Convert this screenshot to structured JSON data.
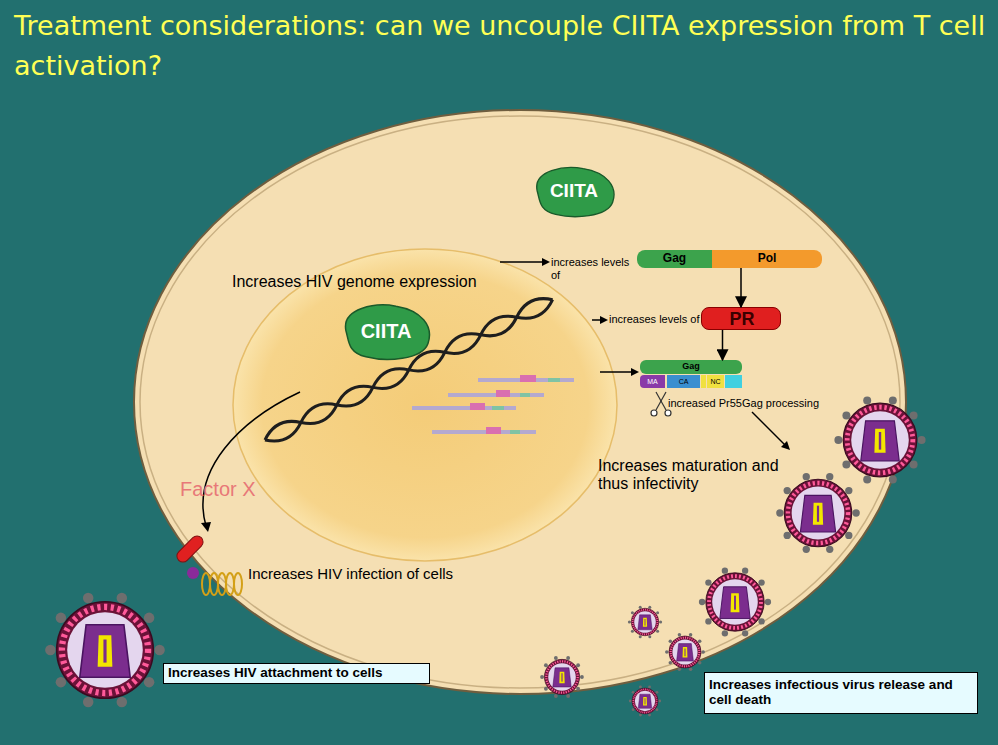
{
  "diagram": {
    "title": "Treatment considerations: can we uncouple CIITA expression from T cell activation?",
    "nodes": [
      {
        "text": [
          "CIITA"
        ]
      },
      {
        "text": [
          "CIITA"
        ]
      },
      {
        "text": [
          "Gag",
          "Pol"
        ]
      },
      {
        "text": [
          "PR"
        ]
      },
      {
        "text": [
          "Gag",
          "MA",
          "CA",
          "NC"
        ]
      },
      {
        "text": [
          "Increases HIV attachment to cells"
        ]
      },
      {
        "text": [
          "Increases infectious virus release and cell death"
        ]
      }
    ],
    "edges": [
      {
        "from": 2,
        "to": 3,
        "arrow": "to"
      },
      {
        "from": 3,
        "to": 4,
        "arrow": "to"
      }
    ],
    "labels": [
      "Increases HIV genome expression",
      "increases levels of",
      "increases levels of",
      "increased Pr55Gag processing",
      "Increases maturation and thus infectivity",
      "Factor X",
      "Increases HIV infection of cells"
    ]
  }
}
